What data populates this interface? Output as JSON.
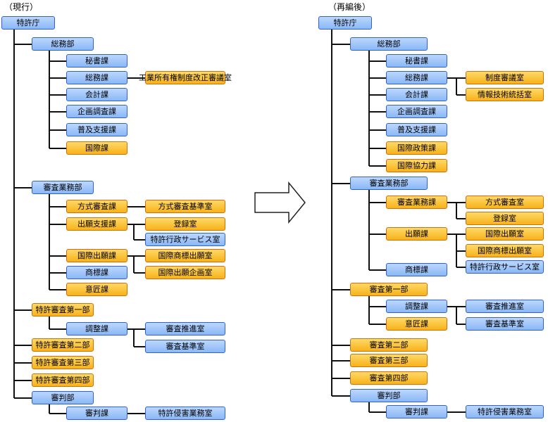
{
  "headers": {
    "current": "（現行）",
    "after": "（再編後）"
  },
  "colors": {
    "existing": "#8ab8f5",
    "changed": "#f7b21a"
  },
  "left_tree": {
    "root": "特許庁",
    "depts": [
      {
        "label": "総務部",
        "kind": "blue",
        "children": [
          {
            "label": "秘書課",
            "kind": "blue"
          },
          {
            "label": "総務課",
            "kind": "blue",
            "sub": [
              {
                "label": "工業所有権制度改正審議室",
                "kind": "orange"
              }
            ]
          },
          {
            "label": "会計課",
            "kind": "blue"
          },
          {
            "label": "企画調査課",
            "kind": "blue"
          },
          {
            "label": "普及支援課",
            "kind": "blue"
          },
          {
            "label": "国際課",
            "kind": "orange"
          }
        ]
      },
      {
        "label": "審査業務部",
        "kind": "blue",
        "children": [
          {
            "label": "方式審査課",
            "kind": "orange",
            "sub": [
              {
                "label": "方式審査基準室",
                "kind": "orange"
              }
            ]
          },
          {
            "label": "出願支援課",
            "kind": "orange",
            "sub": [
              {
                "label": "登録室",
                "kind": "orange"
              },
              {
                "label": "特許行政サービス室",
                "kind": "blue"
              }
            ]
          },
          {
            "label": "国際出願課",
            "kind": "orange",
            "sub": [
              {
                "label": "国際商標出願室",
                "kind": "orange"
              },
              {
                "label": "国際出願企画室",
                "kind": "orange"
              }
            ]
          },
          {
            "label": "商標課",
            "kind": "blue"
          },
          {
            "label": "意匠課",
            "kind": "orange"
          }
        ]
      },
      {
        "label": "特許審査第一部",
        "kind": "orange",
        "children": [
          {
            "label": "調整課",
            "kind": "blue",
            "sub": [
              {
                "label": "審査推進室",
                "kind": "blue"
              },
              {
                "label": "審査基準室",
                "kind": "blue"
              }
            ]
          }
        ]
      },
      {
        "label": "特許審査第二部",
        "kind": "orange",
        "children": []
      },
      {
        "label": "特許審査第三部",
        "kind": "orange",
        "children": []
      },
      {
        "label": "特許審査第四部",
        "kind": "orange",
        "children": []
      },
      {
        "label": "審判部",
        "kind": "blue",
        "children": [
          {
            "label": "審判課",
            "kind": "blue",
            "sub": [
              {
                "label": "特許侵害業務室",
                "kind": "blue"
              }
            ]
          }
        ]
      }
    ]
  },
  "right_tree": {
    "root": "特許庁",
    "depts": [
      {
        "label": "総務部",
        "kind": "blue",
        "children": [
          {
            "label": "秘書課",
            "kind": "blue"
          },
          {
            "label": "総務課",
            "kind": "blue",
            "sub": [
              {
                "label": "制度審議室",
                "kind": "orange"
              },
              {
                "label": "情報技術統括室",
                "kind": "orange"
              }
            ]
          },
          {
            "label": "会計課",
            "kind": "blue"
          },
          {
            "label": "企画調査課",
            "kind": "blue"
          },
          {
            "label": "普及支援課",
            "kind": "blue"
          },
          {
            "label": "国際政策課",
            "kind": "orange"
          },
          {
            "label": "国際協力課",
            "kind": "orange"
          }
        ]
      },
      {
        "label": "審査業務部",
        "kind": "blue",
        "children": [
          {
            "label": "審査業務課",
            "kind": "orange",
            "sub": [
              {
                "label": "方式審査室",
                "kind": "orange"
              },
              {
                "label": "登録室",
                "kind": "orange"
              }
            ]
          },
          {
            "label": "出願課",
            "kind": "orange",
            "sub": [
              {
                "label": "国際出願室",
                "kind": "orange"
              },
              {
                "label": "国際商標出願室",
                "kind": "orange"
              },
              {
                "label": "特許行政サービス室",
                "kind": "blue"
              }
            ]
          },
          {
            "label": "商標課",
            "kind": "blue"
          }
        ]
      },
      {
        "label": "審査第一部",
        "kind": "orange",
        "children": [
          {
            "label": "調整課",
            "kind": "blue",
            "sub": [
              {
                "label": "審査推進室",
                "kind": "blue"
              },
              {
                "label": "審査基準室",
                "kind": "blue"
              }
            ]
          },
          {
            "label": "意匠課",
            "kind": "orange"
          }
        ]
      },
      {
        "label": "審査第二部",
        "kind": "orange",
        "children": []
      },
      {
        "label": "審査第三部",
        "kind": "orange",
        "children": []
      },
      {
        "label": "審査第四部",
        "kind": "orange",
        "children": []
      },
      {
        "label": "審判部",
        "kind": "blue",
        "children": [
          {
            "label": "審判課",
            "kind": "blue",
            "sub": [
              {
                "label": "特許侵害業務室",
                "kind": "blue"
              }
            ]
          }
        ]
      }
    ]
  }
}
